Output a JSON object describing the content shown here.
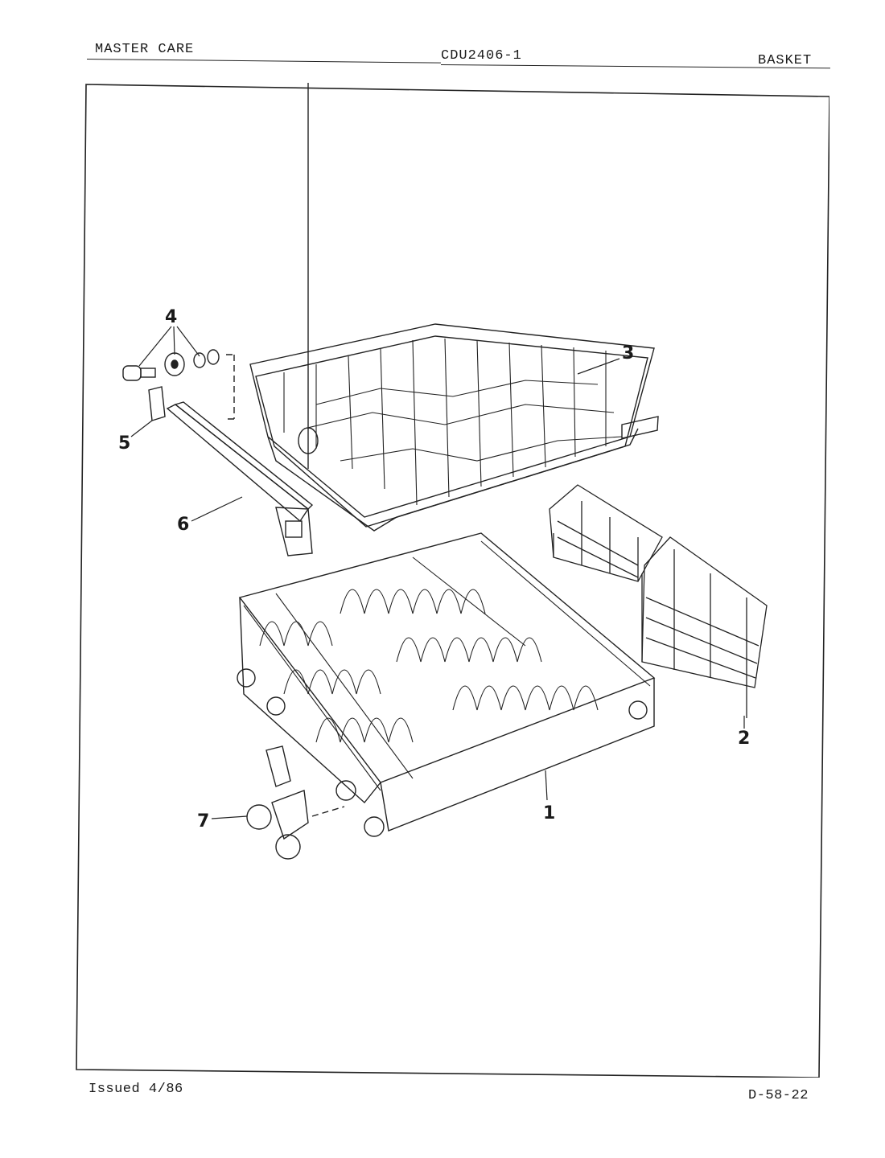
{
  "header": {
    "left": "MASTER CARE",
    "center": "CDU2406-1",
    "right": "BASKET"
  },
  "callouts": [
    {
      "id": "callout-1",
      "text": "1"
    },
    {
      "id": "callout-2",
      "text": "2"
    },
    {
      "id": "callout-3",
      "text": "3"
    },
    {
      "id": "callout-4",
      "text": "4"
    },
    {
      "id": "callout-5",
      "text": "5"
    },
    {
      "id": "callout-6",
      "text": "6"
    },
    {
      "id": "callout-7",
      "text": "7"
    }
  ],
  "footer": {
    "issued": "Issued 4/86",
    "page_code": "D-58-22"
  },
  "colors": {
    "ink": "#1a1a1a",
    "paper": "#ffffff"
  }
}
